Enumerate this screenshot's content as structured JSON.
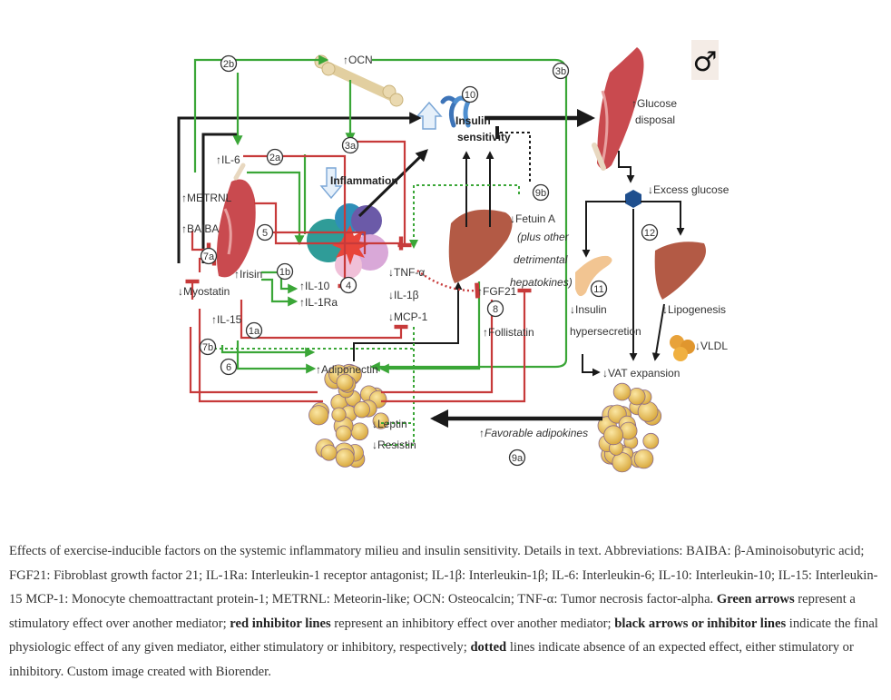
{
  "figure": {
    "labels": {
      "ocn": "↑OCN",
      "insulin_sensitivity_1": "Insulin",
      "insulin_sensitivity_2": "sensitivity",
      "glucose_disposal_1": "↑Glucose",
      "glucose_disposal_2": "disposal",
      "il6": "↑IL-6",
      "inflammation": "Inflammation",
      "metrnl": "↑METRNL",
      "baiba": "↑BAIBA",
      "myostatin": "↓Myostatin",
      "irisin": "↑Irisin",
      "il15": "↑IL-15",
      "il10": "↑IL-10",
      "il1ra": "↑IL-1Ra",
      "tnf": "↓TNF-α",
      "il1b": "↓IL-1β",
      "mcp1": "↓MCP-1",
      "fetuin_1": "↓Fetuin A",
      "fetuin_2": "(plus other",
      "fetuin_3": "detrimental",
      "fetuin_4": "hepatokines)",
      "fgf21": "↑FGF21",
      "follistatin": "↑Follistatin",
      "excess_glucose": "↓Excess glucose",
      "insulin_hyper_1": "↓Insulin",
      "insulin_hyper_2": "hypersecretion",
      "lipogenesis": "↓Lipogenesis",
      "vldl": "↓VLDL",
      "vat_expansion": "↓VAT expansion",
      "adiponectin": "↑Adiponectin",
      "leptin": "↓Leptin",
      "resistin": "↓Resistin",
      "favorable_adipokines": "↑Favorable adipokines",
      "sex_symbol": "♂"
    },
    "markers": {
      "m2b": "2b",
      "m3b": "3b",
      "m10": "10",
      "m2a": "2a",
      "m3a": "3a",
      "m9b": "9b",
      "m5": "5",
      "m7a": "7a",
      "m1b": "1b",
      "m4": "4",
      "m1a": "1a",
      "m7b": "7b",
      "m6": "6",
      "m8": "8",
      "m11": "11",
      "m12": "12",
      "m9a": "9a"
    },
    "colors": {
      "stimulatory": "#3aa637",
      "inhibitory": "#c73a3a",
      "final_effect": "#1a1a1a",
      "muscle": "#c94a4f",
      "liver": "#b35a45",
      "adipose": "#e6c15e",
      "pancreas": "#f2c592",
      "bone": "#ead9b0",
      "insulin_blue": "#3d74b8"
    }
  },
  "caption": {
    "p1": "Effects of exercise-inducible factors on the systemic inflammatory milieu and insulin sensitivity. Details in text. Abbreviations: BAIBA: β-Aminoisobutyric acid; FGF21: Fibroblast growth factor 21; IL-1Ra: Interleukin-1 receptor antagonist; IL-1β: Interleukin-1β; IL-6: Interleukin-6; IL-10: Interleukin-10; IL-15: Interleukin-15 MCP-1: Monocyte chemoattractant protein-1; METRNL: Meteorin-like; OCN: Osteocalcin; TNF-α: Tumor necrosis factor-alpha. ",
    "green_arrows": "Green arrows",
    "p2": " represent a stimulatory effect over another mediator; ",
    "red_lines": "red inhibitor lines",
    "p3": " represent an inhibitory effect over another mediator; ",
    "black_lines": "black arrows or inhibitor lines",
    "p4": " indicate the final physiologic effect of any given mediator, either stimulatory or inhibitory, respectively; ",
    "dotted": "dotted",
    "p5": " lines indicate absence of an expected effect, either stimulatory or inhibitory. Custom image created with Biorender."
  }
}
